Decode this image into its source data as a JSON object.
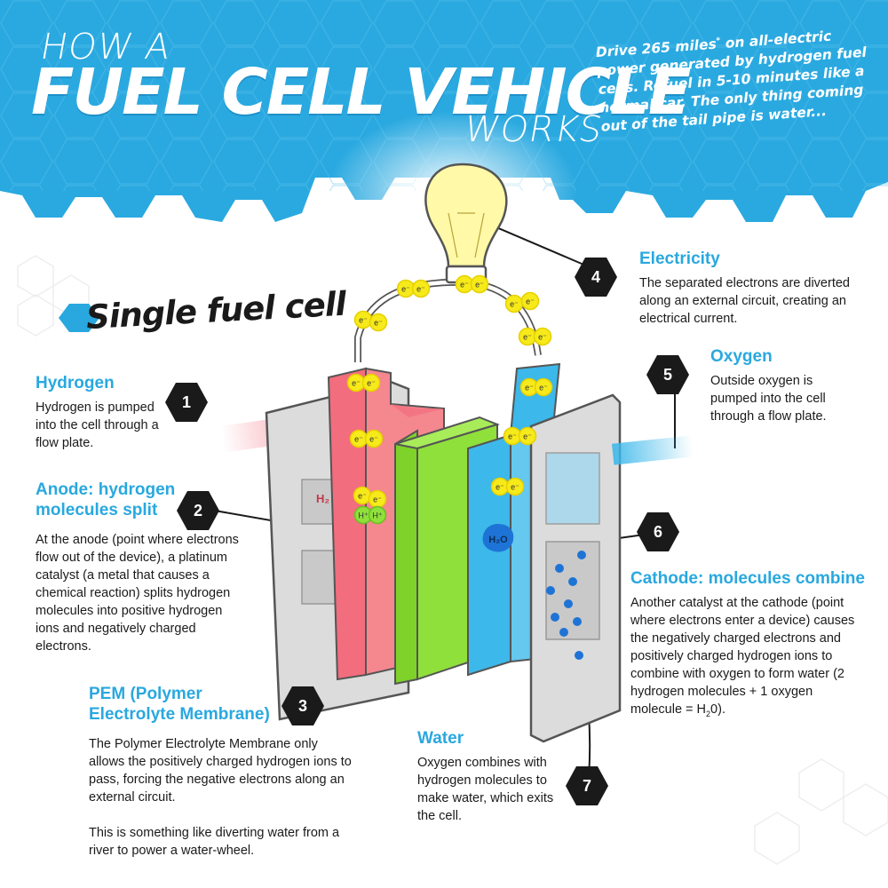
{
  "header": {
    "title_pre": "HOW A",
    "title_main": "FUEL CELL VEHICLE",
    "title_post": "WORKS",
    "intro_a": "Drive 265 miles",
    "intro_sup": "*",
    "intro_b": " on all-electric power generated by hydrogen fuel cells. Refuel in 5-10 minutes like a normal car. The only thing coming out of the tail pipe is water..."
  },
  "subtitle": "Single fuel cell",
  "diagram_labels": {
    "electron": "e⁻",
    "h_plus": "H⁺",
    "h2": "H₂",
    "h2o": "H₂O"
  },
  "sections": [
    {
      "num": "1",
      "heading": "Hydrogen",
      "body": "Hydrogen is pumped into the cell through a flow plate."
    },
    {
      "num": "2",
      "heading": "Anode: hydrogen molecules split",
      "body": "At the anode (point where electrons flow out of the device), a platinum catalyst (a metal that causes a chemical reaction) splits hydrogen molecules into positive hydrogen ions and negatively charged electrons."
    },
    {
      "num": "3",
      "heading": "PEM (Polymer Electrolyte Membrane)",
      "body": "The Polymer Electrolyte Membrane only allows the positively charged hydrogen ions to pass, forcing the negative electrons along an external circuit.",
      "body2": "This is something like diverting water from a river to power a water-wheel."
    },
    {
      "num": "4",
      "heading": "Electricity",
      "body": "The separated electrons are diverted along an external circuit, creating an electrical current."
    },
    {
      "num": "5",
      "heading": "Oxygen",
      "body": "Outside oxygen is pumped into the cell through a flow plate."
    },
    {
      "num": "6",
      "heading": "Cathode: molecules combine",
      "body_a": "Another catalyst at the cathode (point where electrons enter a device) causes the negatively charged electrons and positively charged hydrogen ions to combine with oxygen to form water (2 hydrogen molecules + 1 oxygen molecule = H",
      "body_sub": "2",
      "body_b": "0)."
    },
    {
      "num": "7",
      "heading": "Water",
      "body": "Oxygen combines with hydrogen molecules to make water, which exits the cell."
    }
  ],
  "colors": {
    "header_blue": "#2aa9e0",
    "heading_blue": "#29a8df",
    "anode_red": "#f26d7d",
    "pem_green": "#8fe03a",
    "cathode_blue": "#3cb8ea",
    "plate_gray": "#dcdcdc",
    "bulb_yellow": "#fff9a8",
    "electron_yellow": "#f7ea1a",
    "badge_black": "#1a1a1a"
  },
  "icons": [
    "hexagon-badge",
    "light-bulb-icon",
    "electron-icon",
    "water-droplet-icon"
  ]
}
